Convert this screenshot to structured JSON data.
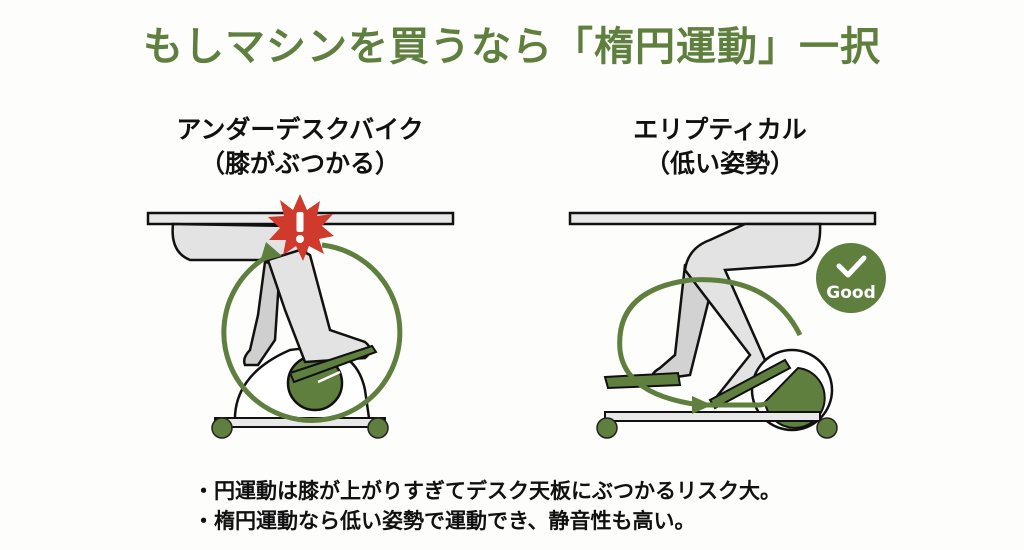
{
  "title": "もしマシンを買うなら「楕円運動」一択",
  "colors": {
    "accent_green": "#5e7f3e",
    "warning_red": "#cf3a2c",
    "leg_fill": "#e3e3e3",
    "desk_fill": "#e8e8e8"
  },
  "left_panel": {
    "heading_line1": "アンダーデスクバイク",
    "heading_line2": "（膝がぶつかる）",
    "warning_icon": "exclamation-burst-icon",
    "warning_symbol": "!"
  },
  "right_panel": {
    "heading_line1": "エリプティカル",
    "heading_line2": "（低い姿勢）",
    "badge_icon": "checkmark-icon",
    "badge_label": "Good"
  },
  "bullets": [
    "・円運動は膝が上がりすぎてデスク天板にぶつかるリスク大。",
    "・楕円運動なら低い姿勢で運動でき、静音性も高い。"
  ]
}
